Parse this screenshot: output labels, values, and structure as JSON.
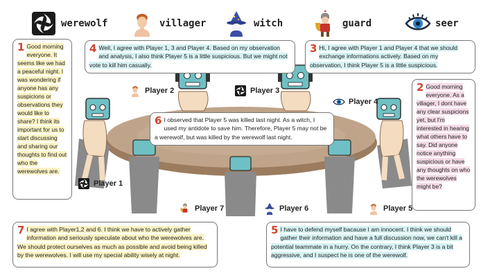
{
  "legend": [
    {
      "role": "werewolf",
      "icon": "werewolf-icon"
    },
    {
      "role": "villager",
      "icon": "villager-icon"
    },
    {
      "role": "witch",
      "icon": "witch-icon"
    },
    {
      "role": "guard",
      "icon": "guard-icon"
    },
    {
      "role": "seer",
      "icon": "seer-icon"
    }
  ],
  "players": [
    {
      "label": "Player 1",
      "icon": "werewolf-icon"
    },
    {
      "label": "Player 2",
      "icon": "villager-icon"
    },
    {
      "label": "Player 3",
      "icon": "werewolf-icon"
    },
    {
      "label": "Player 4",
      "icon": "seer-icon"
    },
    {
      "label": "Player 5",
      "icon": "villager-icon"
    },
    {
      "label": "Player 6",
      "icon": "witch-icon"
    },
    {
      "label": "Player 7",
      "icon": "guard-icon"
    }
  ],
  "speech": {
    "s1": {
      "num": "1",
      "text": "Good morning everyone. It seems like we had a peaceful night. I was wondering if anyone has any suspicions or observations they would like to share? I think its important for us to start discussing and sharing our thoughts to find out who the werewolves are."
    },
    "s2": {
      "num": "2",
      "text": "Good morning everyone. As a villager, I dont have any clear suspicions yet, but I'm interested in hearing what others have to say. Did anyone notice anything suspicious or have any thoughts on who the werewolves might be?"
    },
    "s3": {
      "num": "3",
      "text": "Hi, I agree with Player 1 and Player 4 that we should exchange informations actively. Based on my observation, I think Player 5 is a little suspicious."
    },
    "s4": {
      "num": "4",
      "text": "Well, I agree with Player 1, 3 and Player 4. Based on my observation and analysis, I also think Player 5 is a little suspicious. But we might not vote to kill him casually."
    },
    "s5": {
      "num": "5",
      "text": "I have to defend myself bacause I am innocent. I think we should gather their information and have a full discussion now, we can't kill a potential teammate in a hurry. On the contrary, I think Player 3 is a bit aggressive, and I suspect he is one of the werewolf."
    },
    "s6": {
      "num": "6",
      "text": "I observed that Player 5 was killed last night. As a witch, I used my antidote to save him. Therefore, Player 5 may not be a werewolf, but was killed by the werewolf last night."
    },
    "s7": {
      "num": "7",
      "text": "I agree with Player1,2 and 6. I think we have to actively gather information and seriously speculate about who the werewolves are. We should protect ourselves as much as possible and avoid being killed by the werewolves. I will use my special ability wisely at night."
    }
  }
}
